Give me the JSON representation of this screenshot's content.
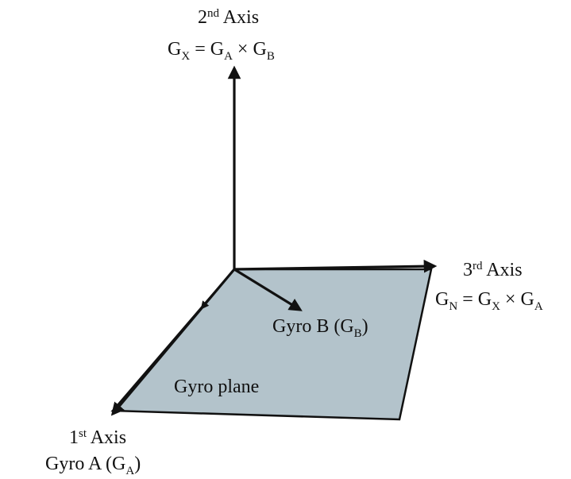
{
  "colors": {
    "plane_fill": "#b3c3cb",
    "stroke": "#111111",
    "background": "#ffffff"
  },
  "axis2": {
    "ordinal_num": "2",
    "ordinal_suffix": "nd",
    "word": "Axis",
    "eq_G1": "G",
    "eq_sub1": "X",
    "eq_equals": "=",
    "eq_G2": "G",
    "eq_sub2": "A",
    "eq_times": "×",
    "eq_G3": "G",
    "eq_sub3": "B"
  },
  "axis3": {
    "ordinal_num": "3",
    "ordinal_suffix": "rd",
    "word": "Axis",
    "eq_G1": "G",
    "eq_sub1": "N",
    "eq_equals": "=",
    "eq_G2": "G",
    "eq_sub2": "X",
    "eq_times": "×",
    "eq_G3": "G",
    "eq_sub3": "A"
  },
  "axis1": {
    "ordinal_num": "1",
    "ordinal_suffix": "st",
    "word": "Axis",
    "gyro_text": "Gyro A (G",
    "gyro_sub": "A",
    "gyro_close": ")"
  },
  "gyro_b": {
    "text": "Gyro B (G",
    "sub": "B",
    "close": ")"
  },
  "plane_label": "Gyro plane"
}
